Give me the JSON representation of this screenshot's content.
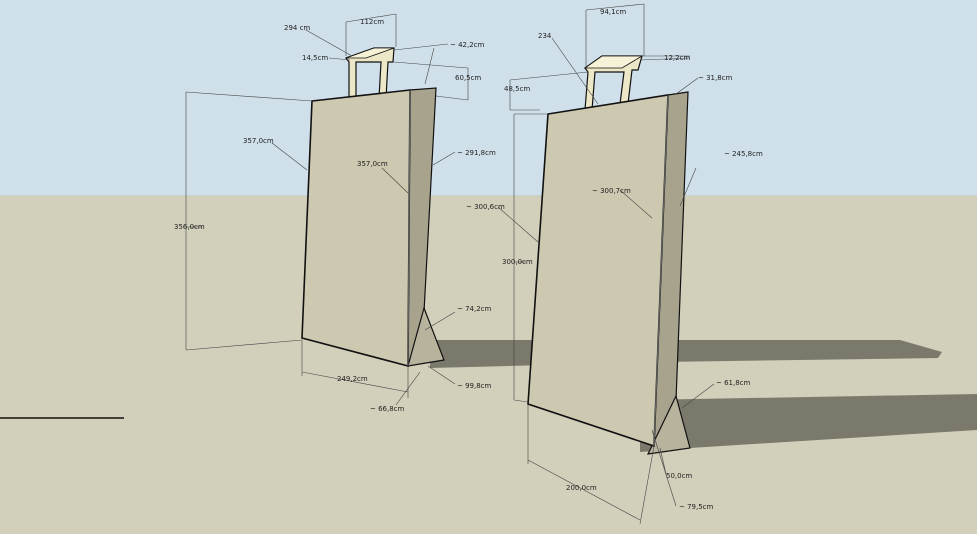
{
  "colors": {
    "sky": "#cfe0eb",
    "ground": "#d2d0bb",
    "bag_front": "#cdc8b0",
    "bag_side": "#a8a38d",
    "bag_gusset": "#b8b39d",
    "handle": "#ece7c6",
    "shadow": "#7b796b",
    "outline": "#111111",
    "dim_line": "#444444"
  },
  "bag_left": {
    "labels": {
      "handle_top": "294 cm",
      "handle_width": "112cm",
      "handle_depth": "14,5cm",
      "handle_side": "~ 42,2cm",
      "handle_height": "60,5cm",
      "front_edge": "357,0cm",
      "center_edge": "357,0cm",
      "side_edge": "~ 291,8cm",
      "total_height": "356,0cm",
      "gusset_top": "~ 74,2cm",
      "bottom_width": "249,2cm",
      "gusset_bottom": "~ 99,8cm",
      "base_depth": "~ 66,8cm"
    }
  },
  "bag_right": {
    "labels": {
      "handle_top": "234",
      "handle_width": "94,1cm",
      "handle_depth": "12,2cm",
      "handle_side": "~ 31,8cm",
      "handle_height": "48,5cm",
      "front_edge": "~ 300,6cm",
      "center_edge": "~ 300,7cm",
      "side_edge": "~ 245,8cm",
      "total_height": "300,0cm",
      "gusset_top": "~ 61,8cm",
      "bottom_width": "200,0cm",
      "gusset_bottom": "50,0cm",
      "base_depth": "~ 79,5cm"
    }
  }
}
